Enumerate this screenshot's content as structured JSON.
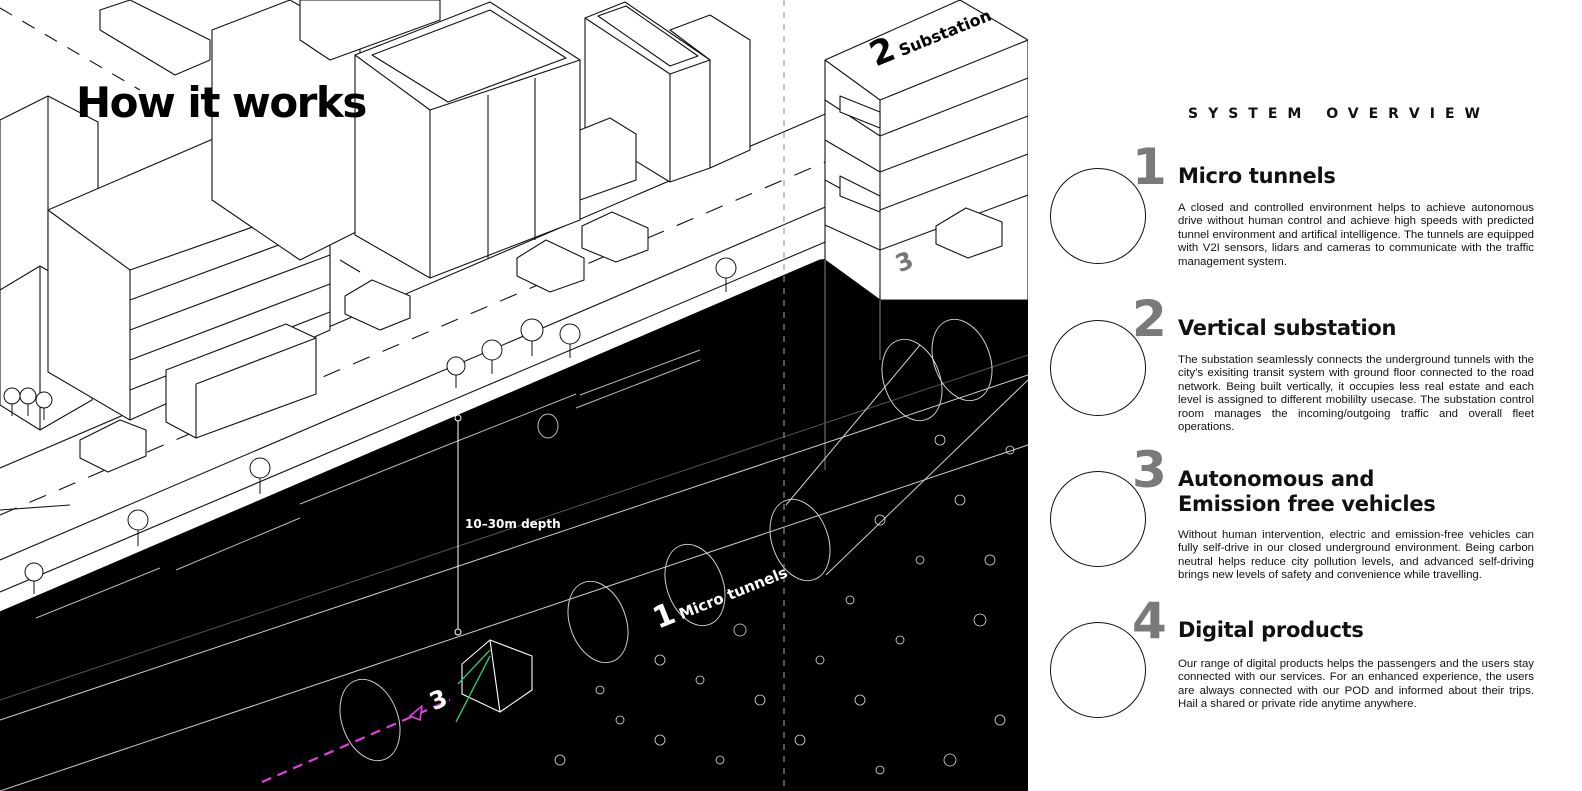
{
  "page": {
    "title": "How it works",
    "overview_label": "SYSTEM OVERVIEW"
  },
  "diagram": {
    "substation_label": "Substation",
    "substation_num": "2",
    "tunnel_label": "Micro tunnels",
    "tunnel_num": "1",
    "vehicle_num_tunnel": "3",
    "vehicle_num_substation": "3",
    "depth_label": "10–30m depth"
  },
  "features": [
    {
      "num": "1",
      "title": "Micro tunnels",
      "description": "A closed and controlled environment helps to achieve autonomous drive without human control and achieve high speeds with predicted tunnel environment and artifical intelligence. The tunnels are equipped with V2I sensors, lidars and cameras to communicate with the traffic management system."
    },
    {
      "num": "2",
      "title": "Vertical substation",
      "description": "The substation seamlessly connects the underground tunnels with the city’s exisiting transit system with ground floor connected to the road network. Being built vertically, it occupies less real estate and each level is assigned to different mobililty usecase. The substation control room manages the incoming/outgoing traffic and overall fleet operations."
    },
    {
      "num": "3",
      "title": "Autonomous and Emission free vehicles",
      "description": "Without human intervention, electric and emission-free vehicles can fully self-drive in our closed underground environment. Being carbon neutral helps reduce city pollution levels, and advanced self-driving brings new levels of safety and convenience while travelling."
    },
    {
      "num": "4",
      "title": "Digital products",
      "description": "Our range of digital products helps the passengers and the users stay connected with our services. For an enhanced experience, the users are always connected with our POD and informed about their trips. Hail a shared or private ride anytime anywhere."
    }
  ],
  "colors": {
    "ground": "#000000",
    "linework": "#111111",
    "tunnel_line": "#cfcfcf",
    "route_dash": "#e040e0",
    "sensor_beam": "#2fbf6a",
    "feature_number": "#7a7a7a"
  }
}
